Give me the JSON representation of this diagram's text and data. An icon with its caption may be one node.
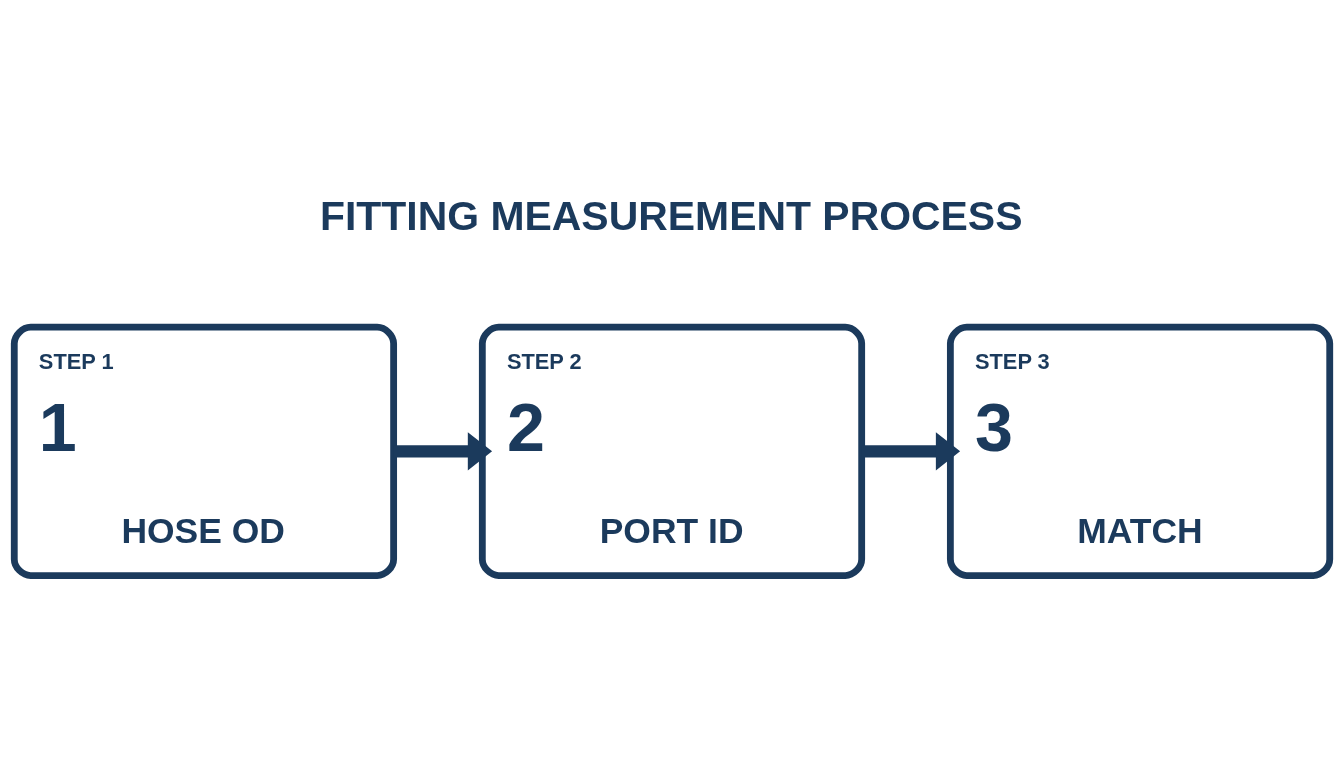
{
  "diagram": {
    "title": "FITTING MEASUREMENT PROCESS",
    "nodes": [
      {
        "text": [
          "STEP 1",
          "1",
          "HOSE OD"
        ]
      },
      {
        "text": [
          "STEP 2",
          "2",
          "PORT ID"
        ]
      },
      {
        "text": [
          "STEP 3",
          "3",
          "MATCH"
        ]
      }
    ],
    "edges": [
      {
        "from": 0,
        "to": 1,
        "arrow": "to"
      },
      {
        "from": 1,
        "to": 2,
        "arrow": "to"
      }
    ]
  }
}
